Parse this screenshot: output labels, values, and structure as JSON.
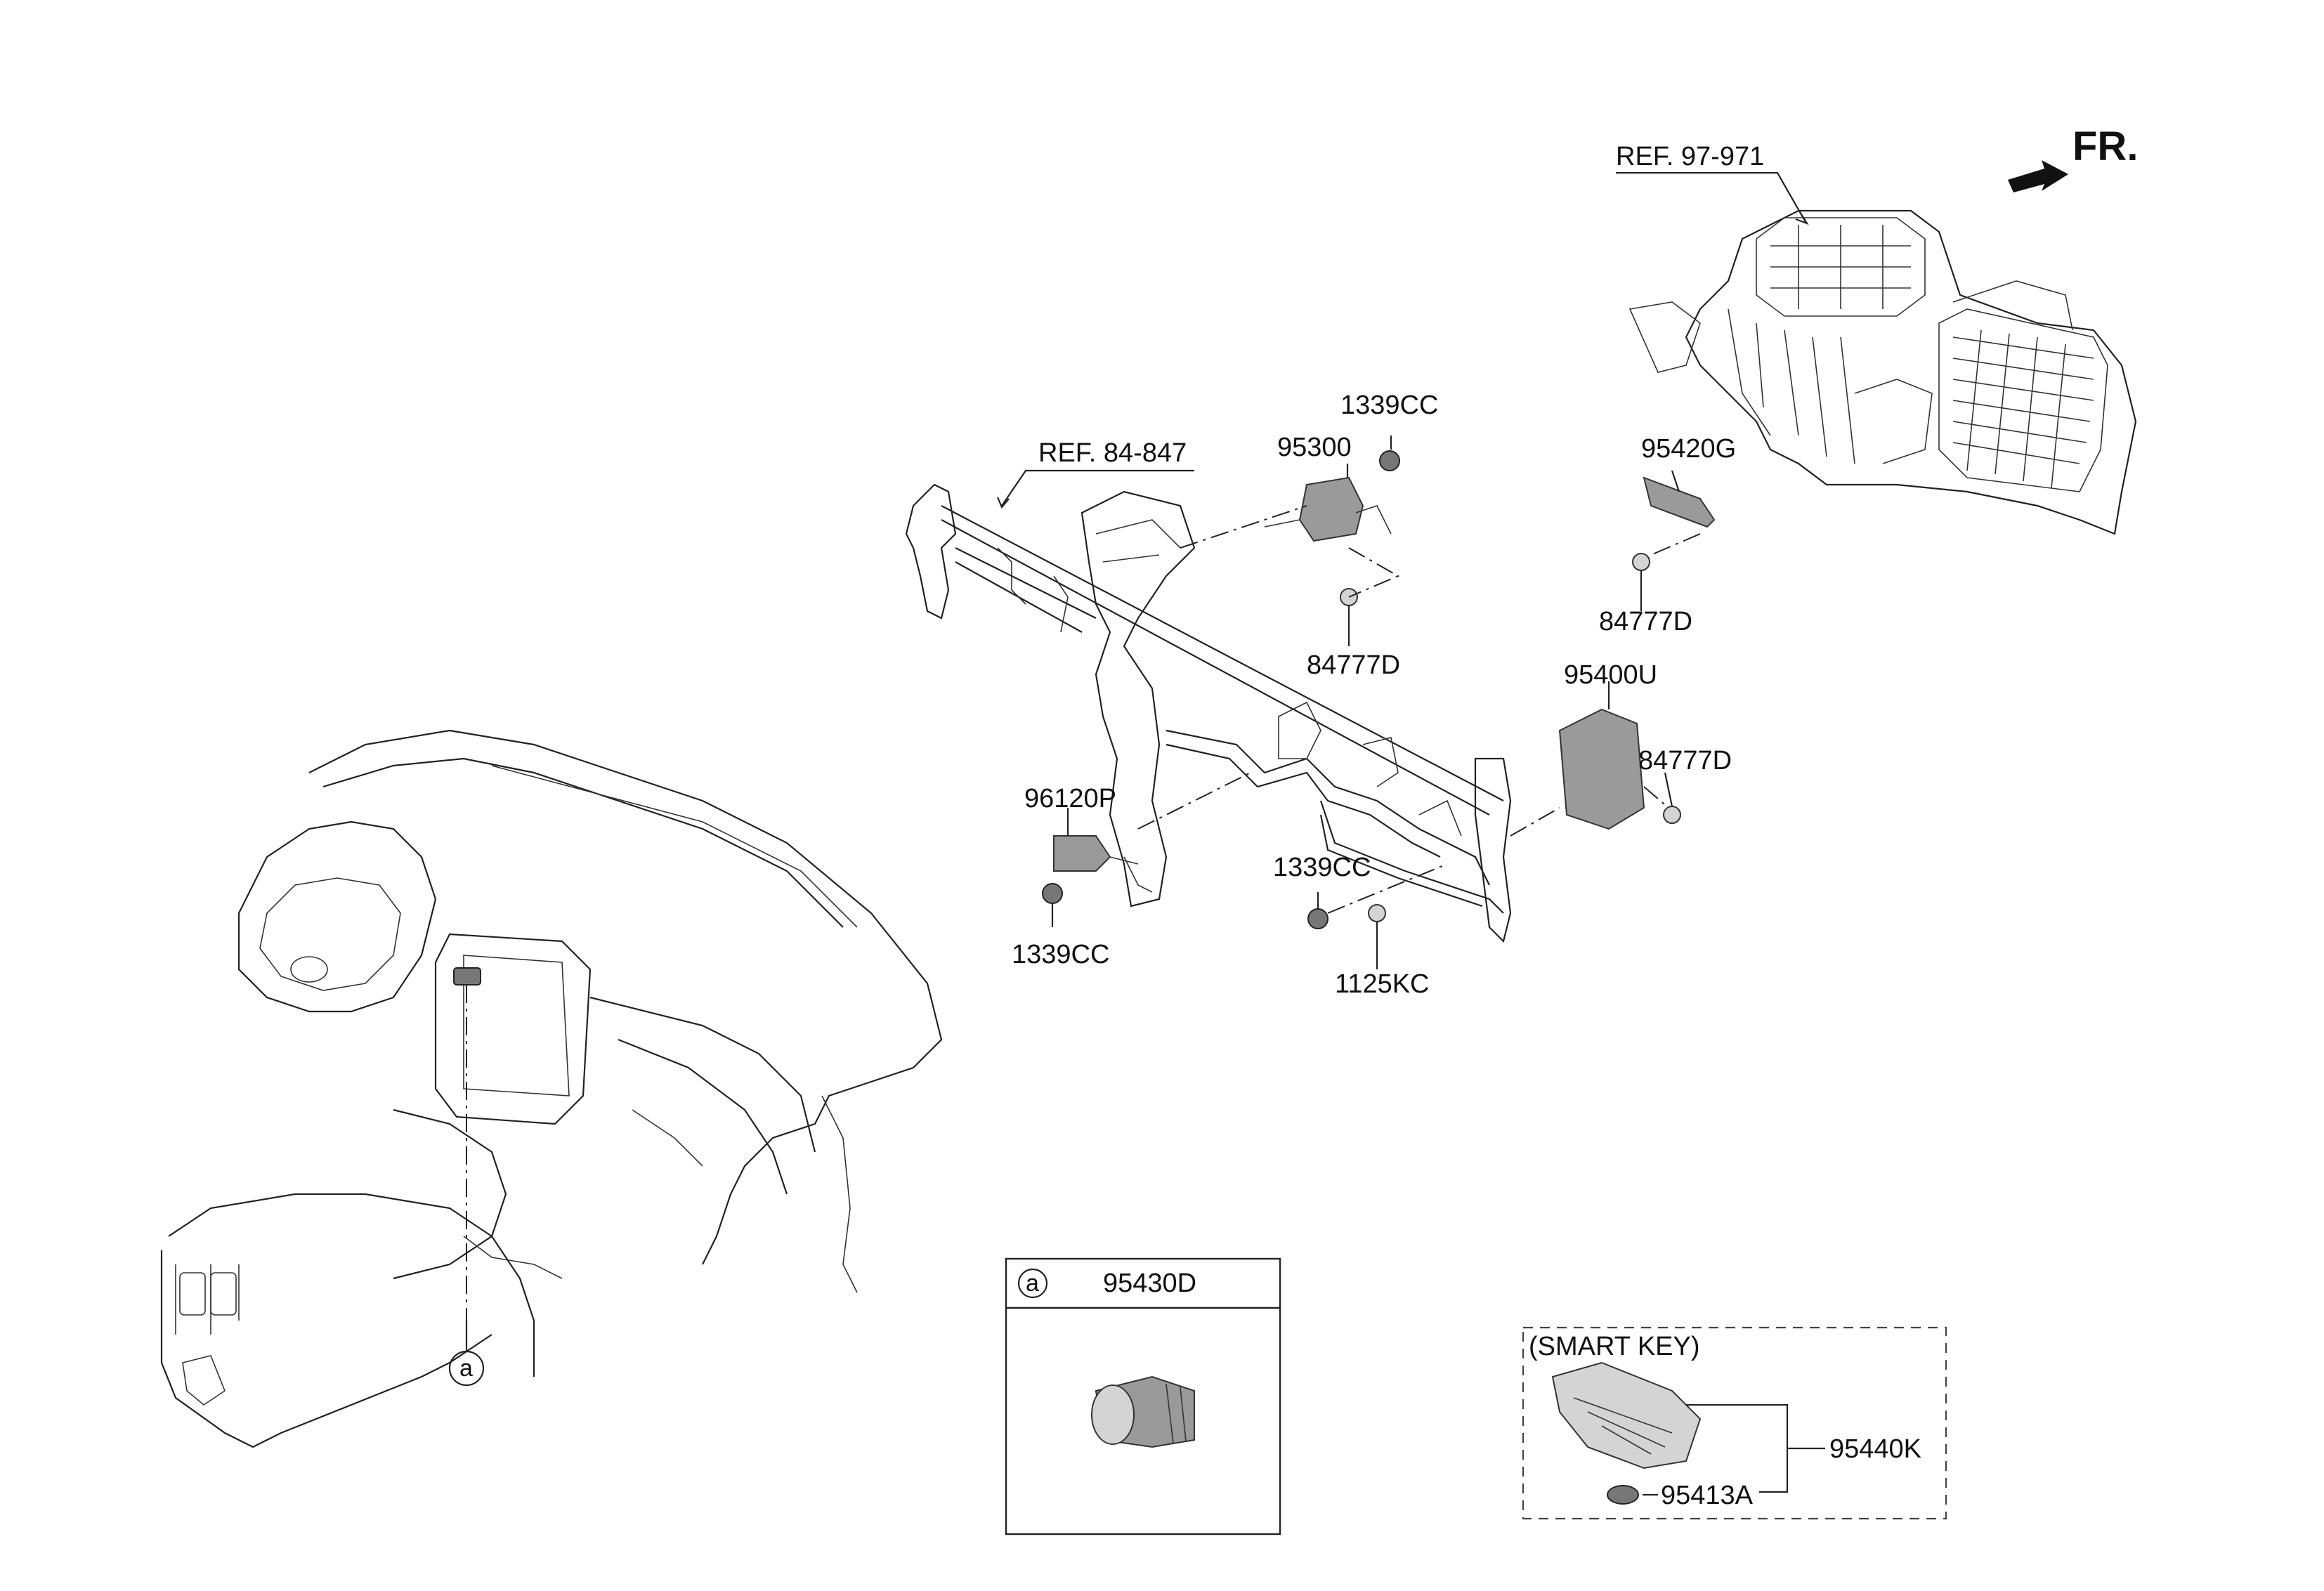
{
  "direction": {
    "label": "FR."
  },
  "references": {
    "ref_97_971": "REF. 97-971",
    "ref_84_847": "REF. 84-847"
  },
  "callouts": {
    "p_1339CC_top": "1339CC",
    "p_95300": "95300",
    "p_84777D_mid": "84777D",
    "p_95420G": "95420G",
    "p_84777D_right_top": "84777D",
    "p_95400U": "95400U",
    "p_84777D_right": "84777D",
    "p_96120P": "96120P",
    "p_1339CC_left": "1339CC",
    "p_1339CC_center": "1339CC",
    "p_1125KC": "1125KC",
    "p_circle_a": "a"
  },
  "detail_box": {
    "marker": "a",
    "part": "95430D"
  },
  "smart_key_box": {
    "title": "(SMART KEY)",
    "p_95440K": "95440K",
    "p_95413A": "95413A"
  }
}
